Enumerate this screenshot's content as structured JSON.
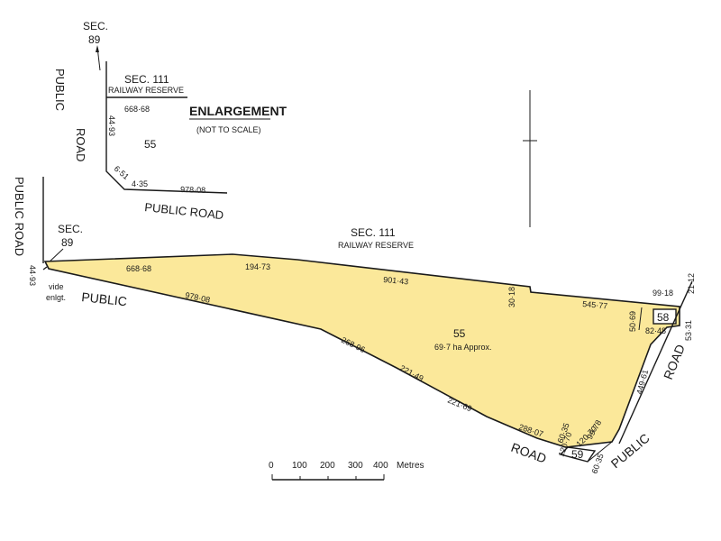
{
  "labels": {
    "enl_sec89": "SEC.",
    "enl_sec89_num": "89",
    "enl_public": "PUBLIC",
    "enl_road": "ROAD",
    "enl_sec111": "SEC. 111",
    "enl_railway": "RAILWAY RESERVE",
    "enl_len_top": "668·68",
    "enl_len_west": "44·93",
    "enl_lot": "55",
    "enl_len_diag": "6·51",
    "enl_len_short": "4·35",
    "enl_len_south": "978·08",
    "enl_public_road": "PUBLIC ROAD",
    "enlargement_title": "ENLARGEMENT",
    "not_to_scale": "(NOT TO SCALE)",
    "main_public_road": "PUBLIC ROAD",
    "main_sec": "SEC.",
    "main_sec_num": "89",
    "main_sec111": "SEC. 111",
    "main_railway": "RAILWAY RESERVE",
    "west_len": "44·93",
    "vide": "vide",
    "enlgt": "enlgt.",
    "public_left": "PUBLIC",
    "n_len1": "668·68",
    "n_len2": "194·73",
    "n_len3": "901·43",
    "n_jog": "30·18",
    "ne_len": "545·77",
    "s_len1": "978·08",
    "s_len2": "268·96",
    "s_len3": "221·49",
    "s_len4": "221·69",
    "s_len5": "288·07",
    "lot_num": "55",
    "lot_area": "69·7 ha Approx.",
    "lot58": "58",
    "l58_top": "99·18",
    "l58_w": "50·69",
    "l58_s": "82·48",
    "e_2112": "21·12",
    "e_5331": "53·31",
    "e_449": "449·61",
    "road_east": "ROAD",
    "lot59": "59",
    "l59_a": "60·35",
    "l59_b": "120·70",
    "l59_c": "99·78",
    "l59_d": "120·70",
    "l59_e": "60·35",
    "road_bottom": "ROAD",
    "public_bottom": "PUBLIC"
  },
  "scale_bar": {
    "ticks": [
      "0",
      "100",
      "200",
      "300",
      "400"
    ],
    "unit": "Metres"
  }
}
